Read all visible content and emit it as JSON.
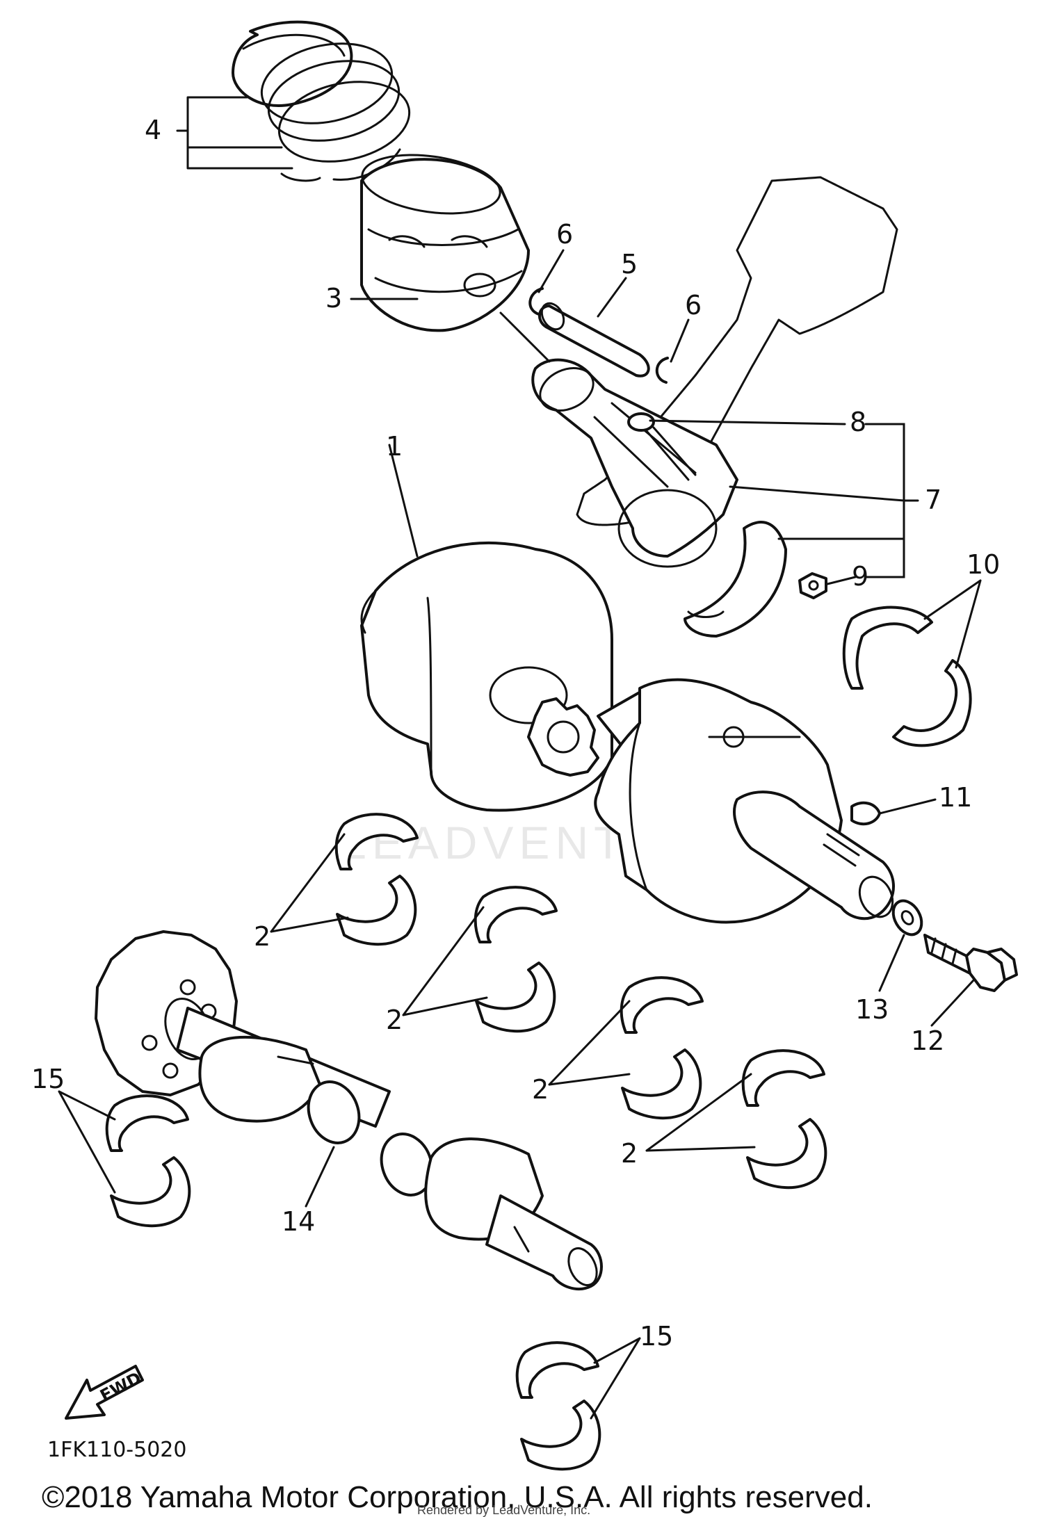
{
  "callouts": {
    "c1": "1",
    "c2a": "2",
    "c2b": "2",
    "c2c": "2",
    "c2d": "2",
    "c3": "3",
    "c4": "4",
    "c5": "5",
    "c6a": "6",
    "c6b": "6",
    "c7": "7",
    "c8": "8",
    "c9": "9",
    "c10": "10",
    "c11": "11",
    "c12": "12",
    "c13": "13",
    "c14": "14",
    "c15a": "15",
    "c15b": "15"
  },
  "fwd_label": "FWD",
  "diagram_code": "1FK110-5020",
  "watermark": "LEADVENTURE",
  "copyright": "©2018 Yamaha Motor Corporation, U.S.A. All rights reserved.",
  "rendered_by": "Rendered by LeadVenture, Inc."
}
